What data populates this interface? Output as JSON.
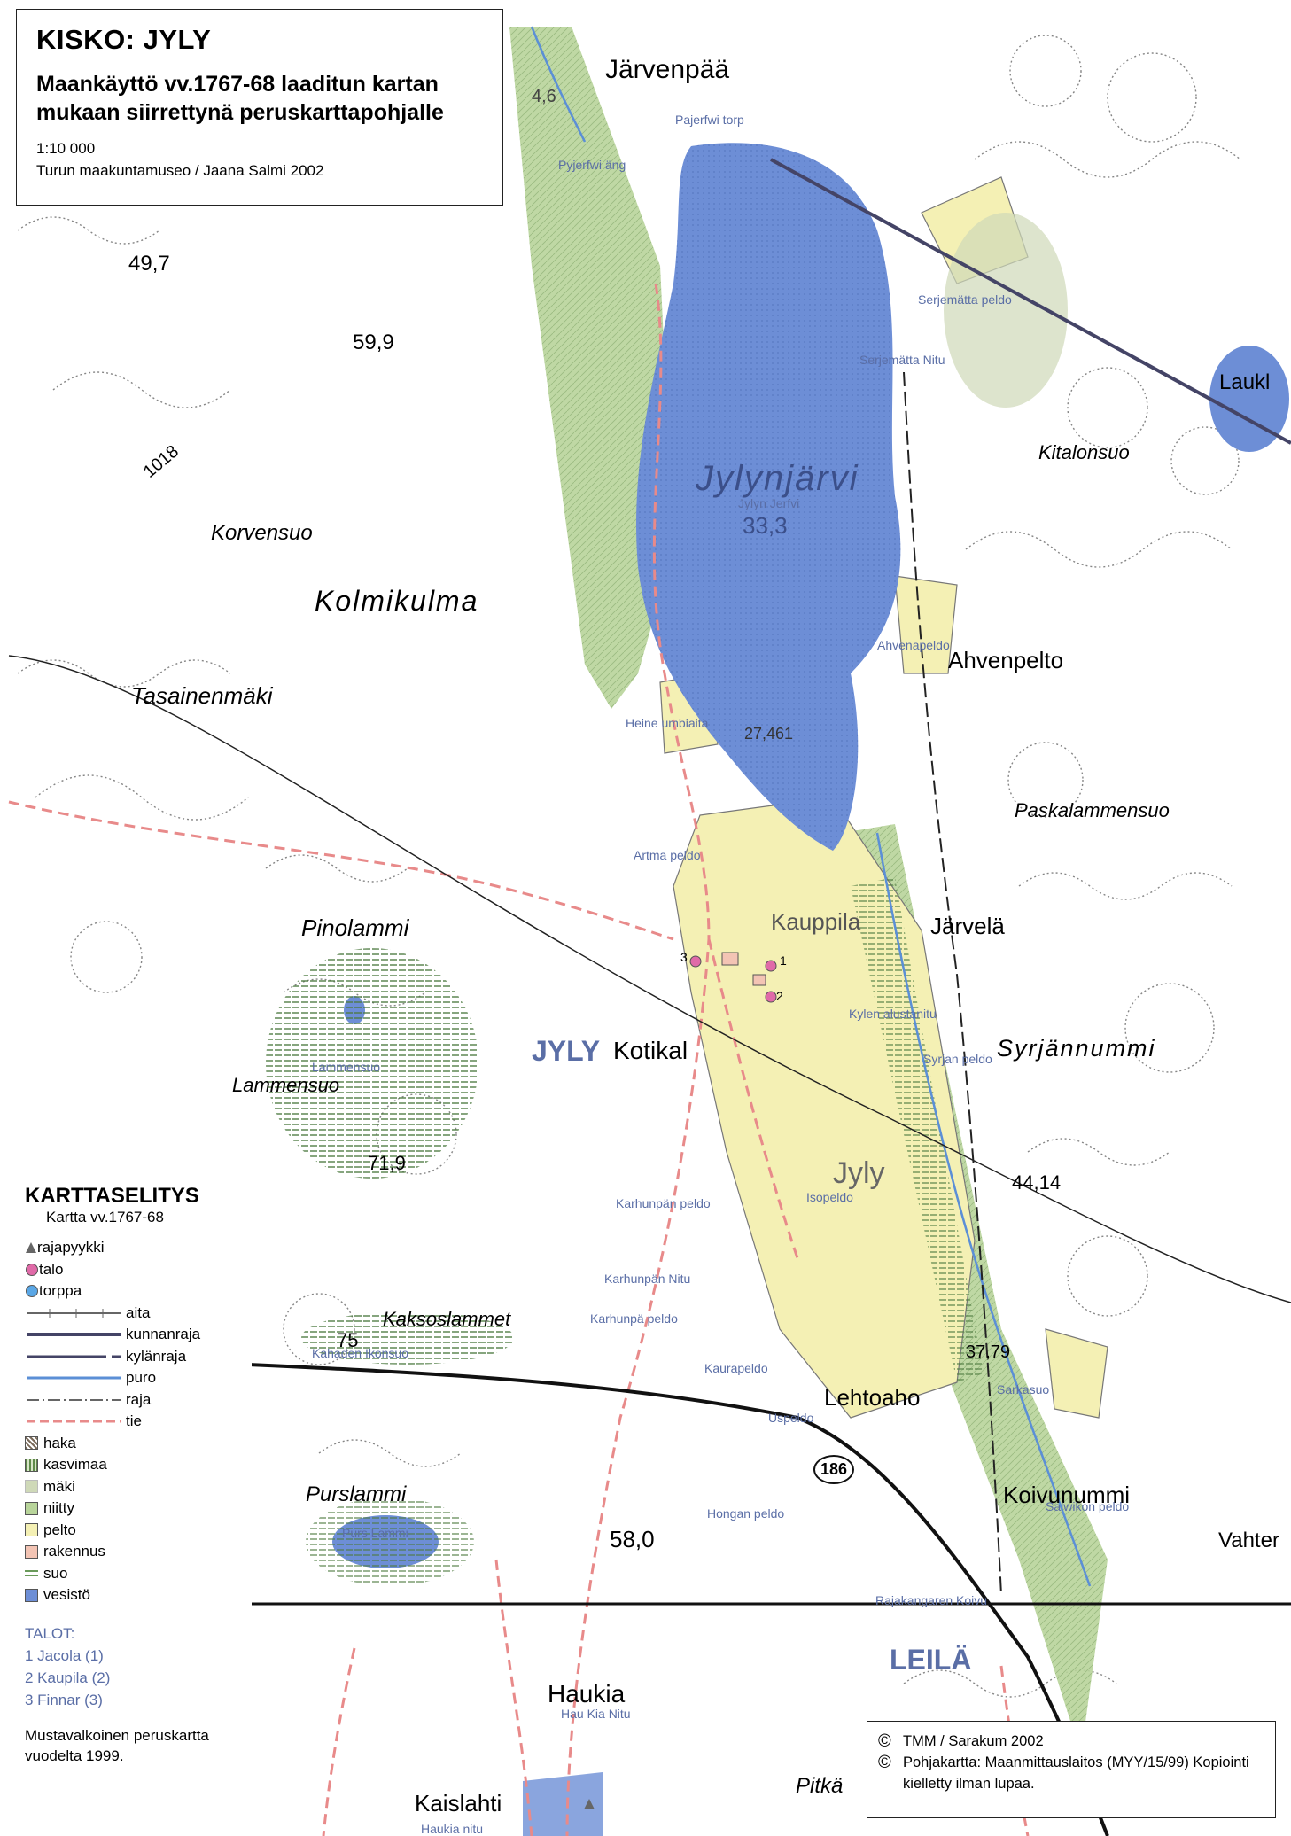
{
  "title": "KISKO: JYLY",
  "subtitle": "Maankäyttö vv.1767-68 laaditun kartan mukaan siirrettynä peruskarttapohjalle",
  "scale": "1:10 000",
  "author": "Turun maakuntamuseo / Jaana Salmi 2002",
  "legend": {
    "title": "KARTTASELITYS",
    "subtitle": "Kartta vv.1767-68",
    "points": [
      {
        "label": "rajapyykki",
        "icon": "triangle-marker",
        "color": "#666666"
      },
      {
        "label": "talo",
        "icon": "circle-marker",
        "color": "#e06aa8"
      },
      {
        "label": "torppa",
        "icon": "circle-marker",
        "color": "#5aa7e6"
      }
    ],
    "lines": [
      {
        "label": "aita",
        "color": "#666666"
      },
      {
        "label": "kunnanraja",
        "color": "#444466"
      },
      {
        "label": "kylänraja",
        "color": "#444466"
      },
      {
        "label": "puro",
        "color": "#5b8fd6"
      },
      {
        "label": "raja",
        "color": "#666666"
      },
      {
        "label": "tie",
        "color": "#e88a8a"
      }
    ],
    "areas": [
      {
        "label": "haka",
        "color": "#7a6a5a"
      },
      {
        "label": "kasvimaa",
        "color": "#5f8a4a"
      },
      {
        "label": "mäki",
        "color": "#cfd9b8"
      },
      {
        "label": "niitty",
        "color": "#b8d49a"
      },
      {
        "label": "pelto",
        "color": "#f4f0b4"
      },
      {
        "label": "rakennus",
        "color": "#f3c4b4"
      },
      {
        "label": "suo",
        "color": "#6a9a5a"
      },
      {
        "label": "vesistö",
        "color": "#6d8ed6"
      }
    ]
  },
  "talot": {
    "title": "TALOT:",
    "items": [
      "1 Jacola (1)",
      "2 Kaupila (2)",
      "3 Finnar (3)"
    ]
  },
  "base_note": "Mustavalkoinen peruskartta vuodelta 1999.",
  "credits": [
    "TMM / Sarakum 2002",
    "Pohjakartta: Maanmittauslaitos (MYY/15/99) Kopiointi kielletty ilman lupaa."
  ],
  "credit_symbol": "©",
  "colors": {
    "water": "#6d8ed6",
    "field": "#f4f0b4",
    "meadow": "#b8d49a",
    "road": "#e88a8a",
    "bog": "#6a9a5a",
    "label_blue": "#5a6ea6"
  },
  "place_labels": {
    "large": [
      "Järvenpää",
      "Kolmikulma",
      "Tasainenmäki",
      "Pinolammi",
      "Korvensuo",
      "Kitalonsuo",
      "Ahvenpelto",
      "Paskalammensuo",
      "Järvelä",
      "Syrjännummi",
      "Kauppila",
      "Kotikal",
      "Kaksoslammet",
      "Purslammi",
      "Lehtoaho",
      "Koivunummi",
      "Haukia",
      "Kaislahti",
      "Pitkä",
      "Vahter",
      "Lammensuo",
      "Jylynjärvi",
      "Laukl",
      "Jyly"
    ],
    "historic": [
      "Pajerfwi torp",
      "Pyjerfwi äng",
      "Serjemätta peldo",
      "Serjemätta Nitu",
      "Jylyn Jerfvi",
      "Ahvenapeldo",
      "Heine umbiaita",
      "Artma peldo",
      "Kylen alustanitu",
      "Syrjan peldo",
      "Lammensuo",
      "Karhunpän peldo",
      "Isopeldo",
      "Karhunpän Nitu",
      "Karhunpä peldo",
      "Kahaden Ikonsuo",
      "Kaurapeldo",
      "Uspeldo",
      "Hongan peldo",
      "Sarkasuo",
      "Salwikon peldo",
      "Rajakangaren Koivu",
      "Hau Kia Nitu",
      "Haukia nitu",
      "Purs Lammi"
    ],
    "village": [
      "JYLY",
      "LEILÄ"
    ],
    "numbers": [
      "49,7",
      "59,9",
      "1018",
      "33,3",
      "27,461",
      "71,9",
      "75",
      "44,14",
      "58,0",
      "37,79",
      "186",
      "4,6"
    ],
    "house_numbers": [
      "1",
      "2",
      "3"
    ]
  }
}
